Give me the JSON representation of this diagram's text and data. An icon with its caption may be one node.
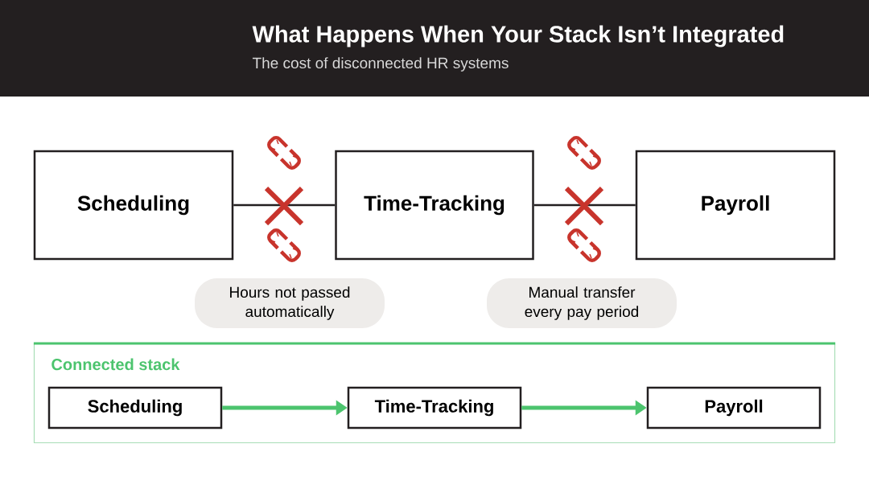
{
  "diagram": {
    "title": "What Happens When Your Stack Isn’t Integrated",
    "nodes": [
      {
        "text": [
          "Scheduling"
        ]
      },
      {
        "text": [
          "Time-Tracking"
        ]
      },
      {
        "text": [
          "Payroll"
        ]
      },
      {
        "text": [
          "Hours not passed automatically"
        ]
      },
      {
        "text": [
          "Manual transfer every pay period"
        ]
      },
      {
        "text": [
          "Connected stack"
        ]
      },
      {
        "text": [
          "Scheduling"
        ],
        "in": 5
      },
      {
        "text": [
          "Time-Tracking"
        ],
        "in": 5
      },
      {
        "text": [
          "Payroll"
        ],
        "in": 5
      }
    ],
    "edges": [
      {
        "from": 0,
        "to": 1,
        "arrow": "none"
      },
      {
        "from": 1,
        "to": 2,
        "arrow": "none"
      },
      {
        "from": 6,
        "to": 7,
        "arrow": "to",
        "style": "thick",
        "color": "#4cc46e"
      },
      {
        "from": 7,
        "to": 8,
        "arrow": "to",
        "style": "thick",
        "color": "#4cc46e"
      }
    ],
    "labels": [
      "The cost of disconnected HR systems"
    ]
  }
}
